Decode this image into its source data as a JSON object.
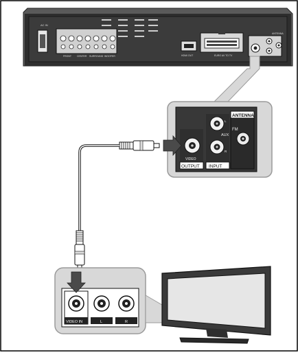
{
  "rear_panel": {
    "ac_in_label": "AC IN",
    "speaker_labels": [
      "FRONT",
      "CENTER",
      "SURROUND",
      "WOOFER"
    ],
    "hdmi_label": "HDMI OUT",
    "scart_label": "EURO AV TO TV",
    "antenna_label": "ANTENNA"
  },
  "callout": {
    "antenna_label": "ANTENNA",
    "fm_label": "FM",
    "aux_label": "AUX",
    "left_mark": "L",
    "right_mark": "R",
    "video_label": "VIDEO",
    "output_label": "OUTPUT",
    "input_label": "INPUT"
  },
  "tv_panel": {
    "video_in_label": "VIDEO IN",
    "left_label": "L",
    "right_label": "R"
  },
  "colors": {
    "callout_bg": "#d8d8d8",
    "callout_border": "#9a9a9a",
    "device_body": "#3a3a3a",
    "jack_yellow_ring": "#ffffff",
    "arrow": "#4a4a4a"
  }
}
